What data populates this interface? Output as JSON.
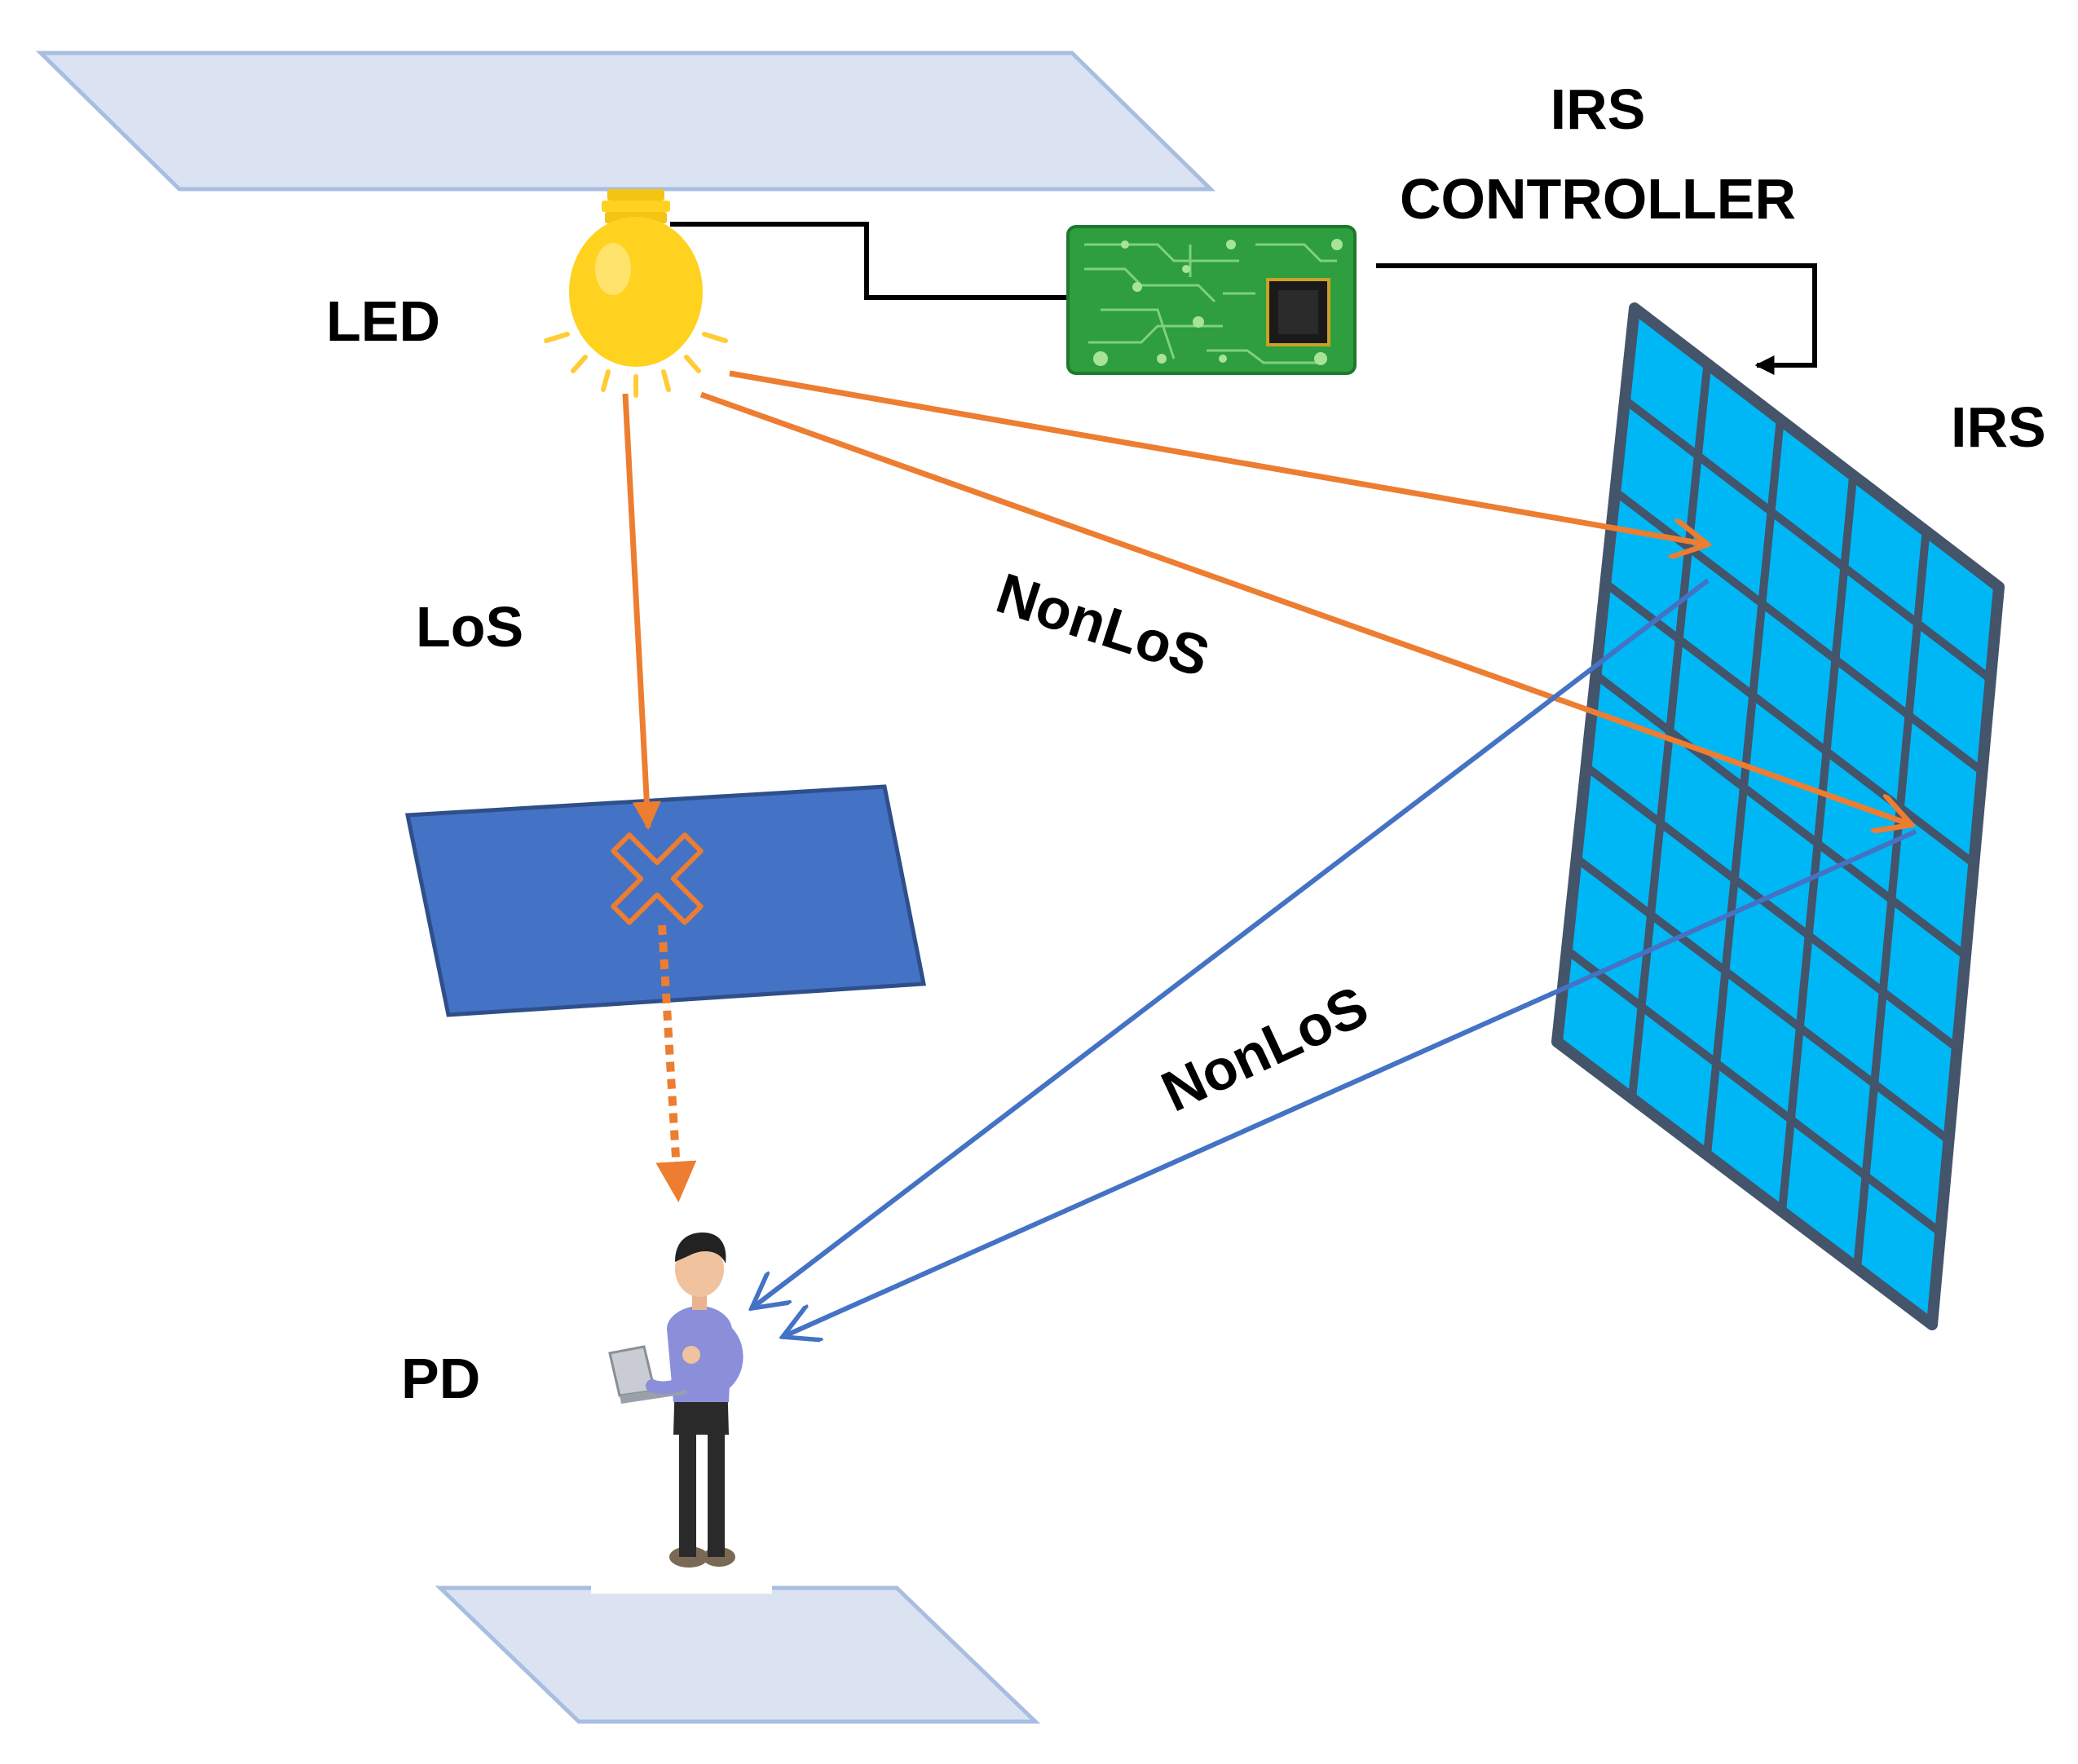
{
  "labels": {
    "led": "LED",
    "irs_controller_line1": "IRS",
    "irs_controller_line2": "CONTROLLER",
    "irs": "IRS",
    "los": "LoS",
    "nonlos_upper": "NonLoS",
    "nonlos_lower": "NonLoS",
    "pd": "PD"
  },
  "colors": {
    "ceiling_floor_fill": "#dbe3f3",
    "ceiling_floor_stroke": "#a9bde0",
    "obstacle_fill": "#4472c4",
    "obstacle_stroke": "#2f4f8a",
    "irs_cell": "#00b7f5",
    "irs_grid": "#44546a",
    "led_bulb": "#ffd21f",
    "led_rays": "#ffcc33",
    "light_path": "#ed7d31",
    "reflected_path": "#4472c4",
    "pcb_green": "#2e9e3f",
    "control_wire": "#000000"
  },
  "icons": {
    "led": "light-bulb-icon",
    "controller": "circuit-board-icon",
    "blocked": "blocked-x-icon",
    "receiver": "person-with-laptop-icon"
  }
}
